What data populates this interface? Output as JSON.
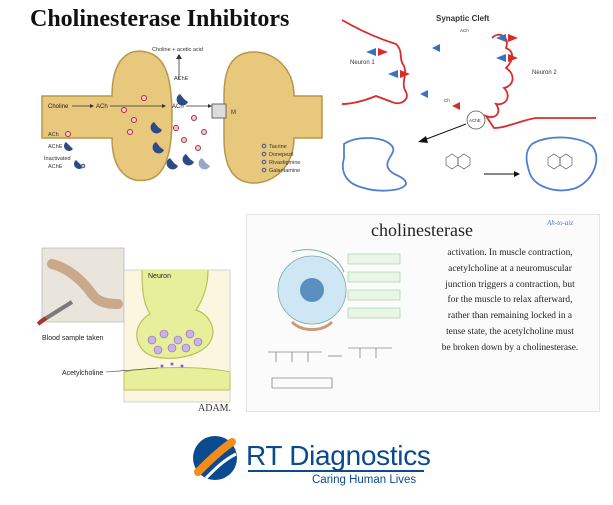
{
  "title": "Cholinesterase Inhibitors",
  "panel1": {
    "top_label": "Choline + acetic acid",
    "ache_top": "AChE",
    "choline": "Choline",
    "ach_left": "ACh",
    "ach_mid": "ACh",
    "receptor": "M",
    "legend": {
      "ach": "ACh",
      "ache": "AChE",
      "inactivated_line1": "Inactivated",
      "inactivated_line2": "AChE",
      "drugs": [
        "Tacrine",
        "Donepezil",
        "Rivastigmine",
        "Galantamine"
      ]
    }
  },
  "panel2": {
    "title": "Synaptic Cleft",
    "neuron1": "Neuron 1",
    "neuron2": "Neuron 2",
    "ache": "AChE",
    "ach": "ACh",
    "ch": "Ch"
  },
  "panel3": {
    "neuron": "Neuron",
    "blood": "Blood sample taken",
    "acetylcholine": "Acetylcholine",
    "adam": "ADAM."
  },
  "panel4": {
    "title": "cholinesterase",
    "brand": "Ah-to-aiz",
    "lines": [
      "activation. In muscle contraction,",
      "acetylcholine at a neuromuscular",
      "junction triggers a contraction, but",
      "for the muscle to relax afterward,",
      "rather than remaining locked in a",
      "tense state, the acetylcholine must",
      "be broken down by a cholinesterase."
    ]
  },
  "logo": {
    "name": "RT Diagnostics",
    "tagline": "Caring Human Lives",
    "colors": {
      "blue": "#0a4a8e",
      "orange": "#f28c1a"
    }
  }
}
